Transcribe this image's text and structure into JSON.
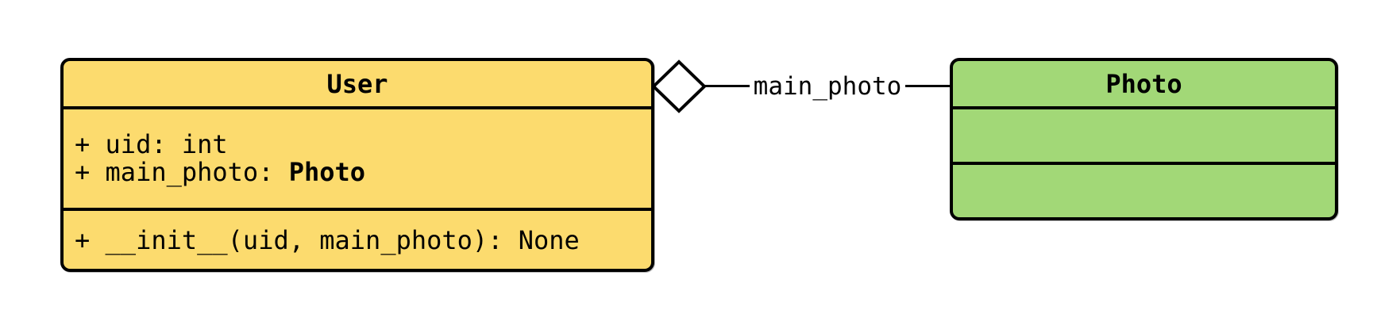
{
  "diagram": {
    "classes": {
      "user": {
        "name": "User",
        "fill": "#FCDB6E",
        "attributes": [
          {
            "text": "+ uid: int",
            "type_bold": ""
          },
          {
            "text": "+ main_photo: ",
            "type_bold": "Photo"
          }
        ],
        "methods": [
          {
            "text": "+ __init__(uid, main_photo): None"
          }
        ]
      },
      "photo": {
        "name": "Photo",
        "fill": "#A2D877",
        "attributes": [],
        "methods": []
      }
    },
    "relationship": {
      "kind": "aggregation",
      "diamond_style": "hollow",
      "label": "main_photo"
    },
    "colors": {
      "stroke": "#000000",
      "background": "#FFFFFF",
      "diamond_fill": "#FFFFFF"
    }
  }
}
